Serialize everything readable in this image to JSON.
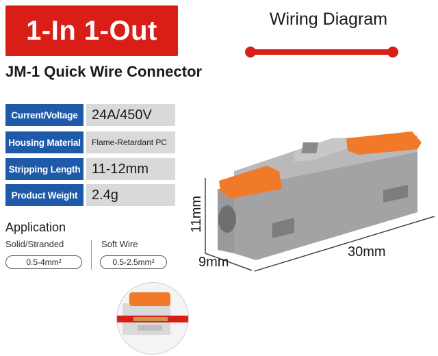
{
  "banner": {
    "text": "1-In 1-Out"
  },
  "wiring": {
    "title": "Wiring Diagram"
  },
  "product": {
    "title": "JM-1 Quick Wire Connector"
  },
  "specs": [
    {
      "label": "Current/Voltage",
      "value": "24A/450V"
    },
    {
      "label": "Housing Material",
      "value": "Flame-Retardant PC"
    },
    {
      "label": "Stripping Length",
      "value": "11-12mm"
    },
    {
      "label": "Product Weight",
      "value": "2.4g"
    }
  ],
  "application": {
    "title": "Application",
    "solid_label": "Solid/Stranded",
    "solid_value": "0.5-4mm²",
    "soft_label": "Soft Wire",
    "soft_value": "0.5-2.5mm²"
  },
  "dimensions": {
    "height": "11mm",
    "width": "9mm",
    "length": "30mm"
  },
  "colors": {
    "accent_red": "#d91e18",
    "label_blue": "#1e5aa8",
    "housing_gray": "#a9a9ab",
    "lever_orange": "#f07a2a"
  },
  "icons": [
    "connector-illustration",
    "wire-inset-illustration"
  ]
}
